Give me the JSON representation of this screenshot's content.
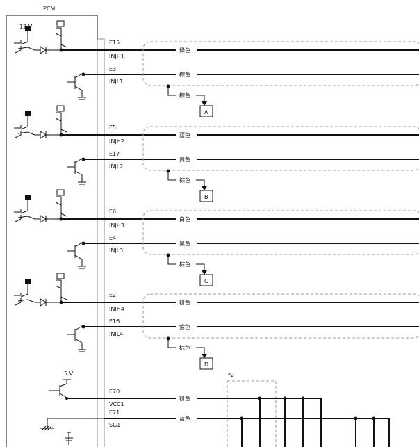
{
  "pcm_label": "PCM",
  "supply_12v": "12 V",
  "supply_5v": "5 V",
  "note_mark": "*2",
  "injectors": [
    {
      "high_pin": "E15",
      "high_sig": "INJH1",
      "high_color": "绿色",
      "low_pin": "E3",
      "low_sig": "INJL1",
      "low_color": "棕色",
      "branch_color": "棕色",
      "conn": "A"
    },
    {
      "high_pin": "E5",
      "high_sig": "INJH2",
      "high_color": "蓝色",
      "low_pin": "E17",
      "low_sig": "INJL2",
      "low_color": "黄色",
      "branch_color": "棕色",
      "conn": "B"
    },
    {
      "high_pin": "E6",
      "high_sig": "INJH3",
      "high_color": "白色",
      "low_pin": "E4",
      "low_sig": "INJL3",
      "low_color": "黑色",
      "branch_color": "棕色",
      "conn": "C"
    },
    {
      "high_pin": "E2",
      "high_sig": "INJH4",
      "high_color": "粉色",
      "low_pin": "E16",
      "low_sig": "INJL4",
      "low_color": "紫色",
      "branch_color": "棕色",
      "conn": "D"
    }
  ],
  "sensors": [
    {
      "pin": "E70",
      "sig": "VCC1",
      "color": "粉色"
    },
    {
      "pin": "E71",
      "sig": "SG1",
      "color": "蓝色"
    }
  ]
}
